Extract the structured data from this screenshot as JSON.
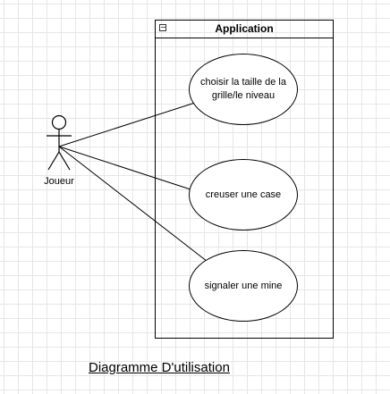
{
  "system": {
    "title": "Application",
    "collapse_symbol": "−"
  },
  "actor": {
    "name": "Joueur",
    "icon": "stick-figure-icon"
  },
  "use_cases": [
    {
      "label": "choisir la taille de la grille/le niveau"
    },
    {
      "label": "creuser une case"
    },
    {
      "label": "signaler une mine"
    }
  ],
  "caption": "Diagramme D'utilisation"
}
